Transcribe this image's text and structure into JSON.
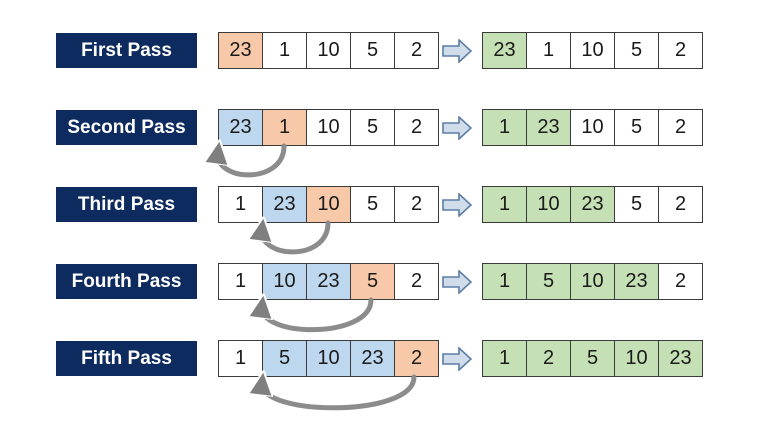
{
  "colors": {
    "label_bg": "#0d2b5e",
    "current": "#f7c9a8",
    "compared": "#bdd7ee",
    "sorted": "#c5e0b4",
    "arrow": "#8da9c8"
  },
  "passes": [
    {
      "label": "First Pass",
      "before": [
        {
          "v": "23",
          "c": "orange"
        },
        {
          "v": "1",
          "c": ""
        },
        {
          "v": "10",
          "c": ""
        },
        {
          "v": "5",
          "c": ""
        },
        {
          "v": "2",
          "c": ""
        }
      ],
      "after": [
        {
          "v": "23",
          "c": "green"
        },
        {
          "v": "1",
          "c": ""
        },
        {
          "v": "10",
          "c": ""
        },
        {
          "v": "5",
          "c": ""
        },
        {
          "v": "2",
          "c": ""
        }
      ]
    },
    {
      "label": "Second Pass",
      "before": [
        {
          "v": "23",
          "c": "blue"
        },
        {
          "v": "1",
          "c": "orange"
        },
        {
          "v": "10",
          "c": ""
        },
        {
          "v": "5",
          "c": ""
        },
        {
          "v": "2",
          "c": ""
        }
      ],
      "after": [
        {
          "v": "1",
          "c": "green"
        },
        {
          "v": "23",
          "c": "green"
        },
        {
          "v": "10",
          "c": ""
        },
        {
          "v": "5",
          "c": ""
        },
        {
          "v": "2",
          "c": ""
        }
      ]
    },
    {
      "label": "Third Pass",
      "before": [
        {
          "v": "1",
          "c": ""
        },
        {
          "v": "23",
          "c": "blue"
        },
        {
          "v": "10",
          "c": "orange"
        },
        {
          "v": "5",
          "c": ""
        },
        {
          "v": "2",
          "c": ""
        }
      ],
      "after": [
        {
          "v": "1",
          "c": "green"
        },
        {
          "v": "10",
          "c": "green"
        },
        {
          "v": "23",
          "c": "green"
        },
        {
          "v": "5",
          "c": ""
        },
        {
          "v": "2",
          "c": ""
        }
      ]
    },
    {
      "label": "Fourth Pass",
      "before": [
        {
          "v": "1",
          "c": ""
        },
        {
          "v": "10",
          "c": "blue"
        },
        {
          "v": "23",
          "c": "blue"
        },
        {
          "v": "5",
          "c": "orange"
        },
        {
          "v": "2",
          "c": ""
        }
      ],
      "after": [
        {
          "v": "1",
          "c": "green"
        },
        {
          "v": "5",
          "c": "green"
        },
        {
          "v": "10",
          "c": "green"
        },
        {
          "v": "23",
          "c": "green"
        },
        {
          "v": "2",
          "c": ""
        }
      ]
    },
    {
      "label": "Fifth Pass",
      "before": [
        {
          "v": "1",
          "c": ""
        },
        {
          "v": "5",
          "c": "blue"
        },
        {
          "v": "10",
          "c": "blue"
        },
        {
          "v": "23",
          "c": "blue"
        },
        {
          "v": "2",
          "c": "orange"
        }
      ],
      "after": [
        {
          "v": "1",
          "c": "green"
        },
        {
          "v": "2",
          "c": "green"
        },
        {
          "v": "5",
          "c": "green"
        },
        {
          "v": "10",
          "c": "green"
        },
        {
          "v": "23",
          "c": "green"
        }
      ]
    }
  ]
}
